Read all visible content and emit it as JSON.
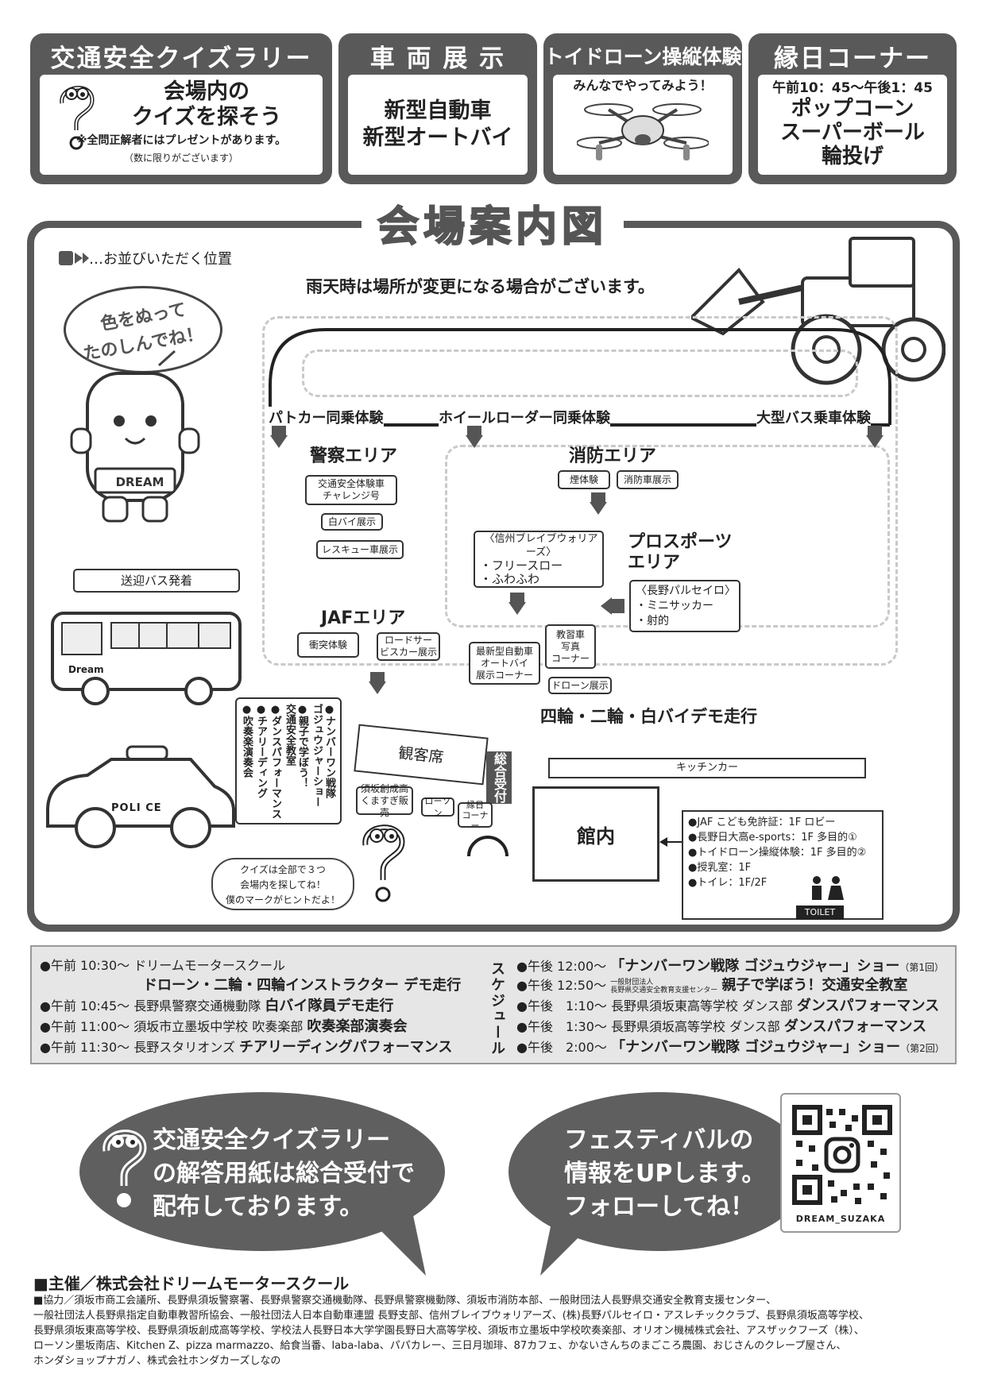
{
  "panels": {
    "quiz": {
      "title": "交通安全クイズラリー",
      "line1": "会場内の",
      "line2": "クイズを探そう",
      "note": "※全問正解者にはプレゼントがあります。",
      "note2": "（数に限りがございます）"
    },
    "vehicle": {
      "title": "車 両 展 示",
      "line1": "新型自動車",
      "line2": "新型オートバイ"
    },
    "drone": {
      "title": "トイドローン操縦体験",
      "sub": "みんなでやってみよう！"
    },
    "ennichi": {
      "title": "縁日コーナー",
      "time": "午前10：45～午後1：45",
      "line1": "ポップコーン",
      "line2": "スーパーボール",
      "line3": "輪投げ"
    }
  },
  "map": {
    "title": "会場案内図",
    "legend": "…お並びいただく位置",
    "rain_note": "雨天時は場所が変更になる場合がございます。",
    "paint_bubble": [
      "色をぬって",
      "たのしんでね！"
    ],
    "rides": {
      "patrol": "パトカー同乗体験",
      "loader": "ホイールローダー同乗体験",
      "bus": "大型バス乗車体験"
    },
    "police_area": {
      "title": "警察エリア",
      "items": [
        "交通安全体験車\nチャレンジ号",
        "白バイ展示",
        "レスキュー車展示"
      ]
    },
    "fire_area": {
      "title": "消防エリア",
      "items": [
        "煙体験",
        "消防車展示"
      ]
    },
    "brave": {
      "head": "〈信州ブレイブウォリアーズ〉",
      "items": [
        "・フリースロー",
        "・ふわふわ"
      ]
    },
    "pro_sports": "プロスポーツ\nエリア",
    "parceiro": {
      "head": "〈長野パルセイロ〉",
      "items": [
        "・ミニサッカー",
        "・射的"
      ]
    },
    "shuttle": "送迎バス発着",
    "bus_text": "Dream",
    "jaf_area": {
      "title": "JAFエリア",
      "items": [
        "衝突体験",
        "ロードサー\nビスカー展示"
      ]
    },
    "center": {
      "latest": "最新型自動車\nオートバイ\n展示コーナー",
      "instructor": "教習車\n写真\nコーナー",
      "drone": "ドローン展示"
    },
    "demo_run": "四輪・二輪・白バイデモ走行",
    "stage_list": [
      "●ナンバーワン戦隊\nゴジュウジャーショー",
      "●親子で学ぼう！\n交通安全教室",
      "●ダンスパフォーマンス",
      "●チアリーディング",
      "●吹奏楽演奏会"
    ],
    "seats": "観客席",
    "reception": "総合受付",
    "kitchen": "キッチンカー",
    "suzaka": "須坂創成高\nくますぎ販売",
    "lawson": "ローソン",
    "ennichi_corner": "縁日\nコーナー",
    "hall": "館内",
    "quiz_hint": [
      "クイズは全部で３つ",
      "会場内を探してね！",
      "僕のマークがヒントだよ！"
    ],
    "hall_info": [
      "●JAF こども免許証：1F ロビー",
      "●長野日大高e-sports：1F 多目的①",
      "●トイドローン操縦体験：1F 多目的②",
      "●授乳室：1F",
      "●トイレ：1F/2F"
    ],
    "toilet": "TOILET",
    "police_car": "POLI  CE",
    "robot_label": "DREAM"
  },
  "schedule": {
    "label": "スケジュール",
    "left": [
      {
        "time": "●午前 10:30～",
        "org": "ドリームモータースクール",
        "event": ""
      },
      {
        "time": "",
        "org": "",
        "event": "ドローン・二輪・四輪インストラクター デモ走行"
      },
      {
        "time": "●午前 10:45～",
        "org": "長野県警察交通機動隊",
        "event": "白バイ隊員デモ走行"
      },
      {
        "time": "●午前 11:00～",
        "org": "須坂市立墨坂中学校 吹奏楽部",
        "event": "吹奏楽部演奏会"
      },
      {
        "time": "●午前 11:30～",
        "org": "長野スタリオンズ",
        "event": "チアリーディングパフォーマンス"
      }
    ],
    "right": [
      {
        "time": "●午後 12:00～",
        "org": "",
        "event": "「ナンバーワン戦隊 ゴジュウジャー」ショー",
        "note": "（第1回）"
      },
      {
        "time": "●午後 12:50～",
        "org": "一般財団法人\n長野県交通安全教育支援センター",
        "event": "親子で学ぼう！交通安全教室",
        "note": ""
      },
      {
        "time": "●午後　1:10～",
        "org": "長野県須坂東高等学校 ダンス部",
        "event": "ダンスパフォーマンス",
        "note": ""
      },
      {
        "time": "●午後　1:30～",
        "org": "長野県須坂高等学校 ダンス部",
        "event": "ダンスパフォーマンス",
        "note": ""
      },
      {
        "time": "●午後　2:00～",
        "org": "",
        "event": "「ナンバーワン戦隊 ゴジュウジャー」ショー",
        "note": "（第2回）"
      }
    ]
  },
  "bubbles": {
    "left": [
      "交通安全クイズラリー",
      "の解答用紙は総合受付で",
      "配布しております。"
    ],
    "right": [
      "フェスティバルの",
      "情報をUPします。",
      "フォローしてね！"
    ],
    "qr_label": "DREAM_SUZAKA"
  },
  "footer": {
    "host": "■主催／株式会社ドリームモータースクール",
    "lines": [
      "■協力／須坂市商工会議所、長野県須坂警察署、長野県警察交通機動隊、長野県警察機動隊、須坂市消防本部、一般財団法人長野県交通安全教育支援センター、",
      "一般社団法人長野県指定自動車教習所協会、一般社団法人日本自動車連盟 長野支部、信州ブレイブウォリアーズ、(株)長野パルセイロ・アスレチッククラブ、長野県須坂高等学校、",
      "長野県須坂東高等学校、長野県須坂創成高等学校、学校法人長野日本大学学園長野日大高等学校、須坂市立墨坂中学校吹奏楽部、オリオン機械株式会社、アスザックフーズ（株）、",
      "ローソン墨坂南店、Kitchen Z、pizza marmazzo、給食当番、laba-laba、パパカレー、三日月珈琲、87カフェ、かないさんちのまごころ農園、おじさんのクレープ屋さん、",
      "ホンダショップナガノ、株式会社ホンダカーズしなの"
    ]
  },
  "colors": {
    "panel": "#595959",
    "frame": "#595959",
    "road": "#c9c9c9",
    "schedule_bg": "#e6e6e6"
  }
}
